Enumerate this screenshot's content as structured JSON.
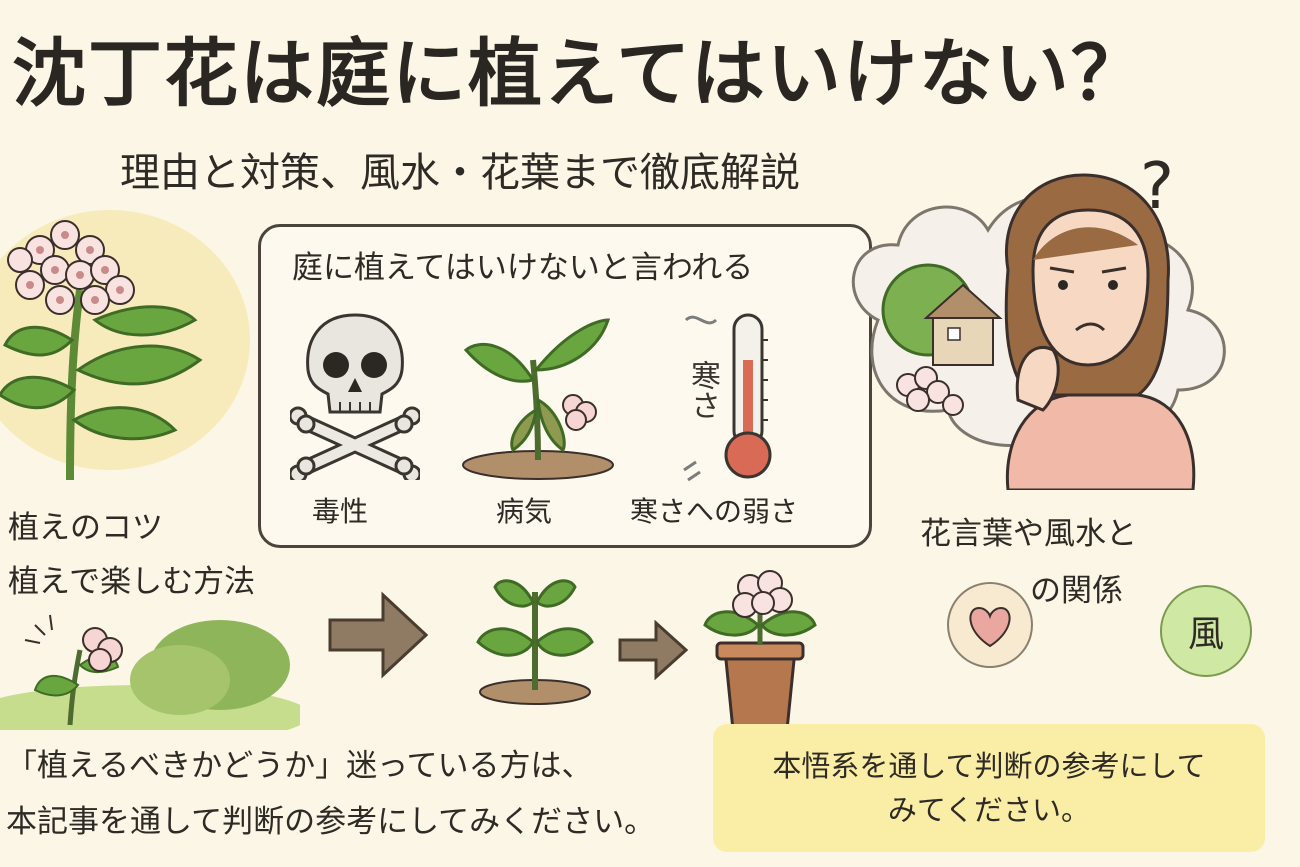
{
  "title": "沈丁花は庭に植えてはいけない？",
  "subtitle": "理由と対策、風水・花葉まで徹底解説",
  "reasons": {
    "heading": "庭に植えてはいけないと言われる",
    "items": [
      {
        "label": "毒性",
        "icon": "skull-crossbones-icon"
      },
      {
        "label": "病気",
        "icon": "wilting-plant-icon"
      },
      {
        "label": "寒さへの弱さ",
        "icon": "thermometer-icon"
      }
    ],
    "cold_text": "寒さ"
  },
  "tips": {
    "line1": "植えのコツ",
    "line2": "植えで楽しむ方法"
  },
  "fengshui": {
    "line1": "花言葉や風水と",
    "line2": "の関係",
    "badge": "風"
  },
  "bottom": {
    "line1": "「植えるべきかどうか」迷っている方は、",
    "line2": "本記事を通して判断の参考にしてみください。"
  },
  "note": {
    "line1": "本悟系を通して判断の参考にして",
    "line2": "みてください。"
  },
  "question_mark": "?",
  "colors": {
    "background": "#fbf6e6",
    "leaf": "#5f9a3c",
    "flower": "#f2c9c6",
    "note": "#faeea6"
  }
}
